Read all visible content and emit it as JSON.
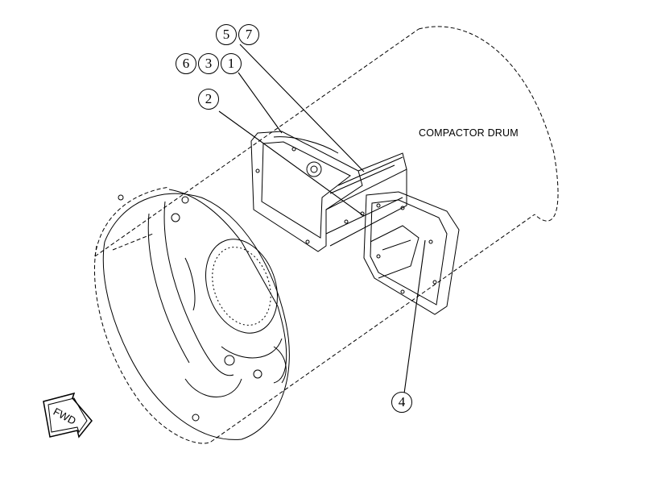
{
  "diagram": {
    "drum_label": "COMPACTOR DRUM",
    "fwd_label": "FWD",
    "callouts": {
      "c5": "5",
      "c7": "7",
      "c6": "6",
      "c3": "3",
      "c1": "1",
      "c2": "2",
      "c4": "4"
    },
    "colors": {
      "line": "#000000",
      "background": "#ffffff"
    }
  }
}
